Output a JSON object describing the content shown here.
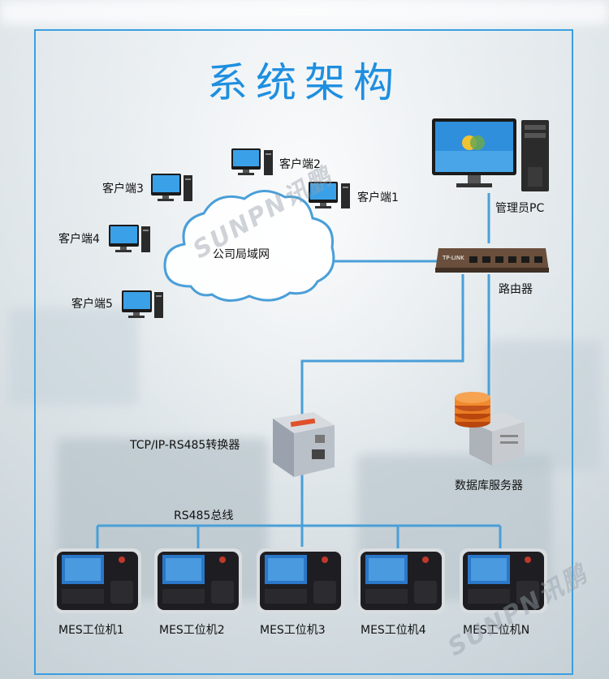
{
  "title": "系统架构",
  "cloud_label": "公司局域网",
  "clients": [
    {
      "label": "客户端2"
    },
    {
      "label": "客户端1"
    },
    {
      "label": "客户端3"
    },
    {
      "label": "客户端4"
    },
    {
      "label": "客户端5"
    }
  ],
  "admin_pc": {
    "label": "管理员PC"
  },
  "router": {
    "label": "路由器",
    "brand": "TP-LINK"
  },
  "converter": {
    "label": "TCP/IP-RS485转换器"
  },
  "db_server": {
    "label": "数据库服务器"
  },
  "bus": {
    "label": "RS485总线"
  },
  "terminals": [
    {
      "label": "MES工位机1"
    },
    {
      "label": "MES工位机2"
    },
    {
      "label": "MES工位机3"
    },
    {
      "label": "MES工位机4"
    },
    {
      "label": "MES工位机N"
    }
  ],
  "watermark": "SUNPN讯鹏",
  "colors": {
    "accent": "#1e8fe0",
    "wire": "#4a9fd8",
    "frame": "#3a9fe0"
  }
}
